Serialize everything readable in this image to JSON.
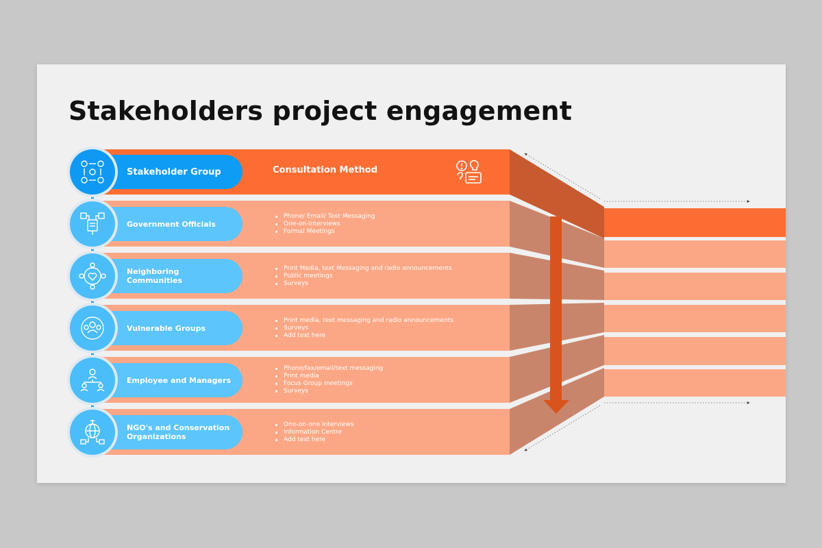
{
  "title": "Stakeholders project engagement",
  "header": {
    "group_label": "Stakeholder Group",
    "method_label": "Consultation Method",
    "group_icon": "stakeholder-network-icon",
    "method_icon": "consultation-chat-icon"
  },
  "rows": [
    {
      "group": "Government Officials",
      "icon": "documents-hierarchy-icon",
      "methods": [
        "Phone/ Email/ Text Messaging",
        "One-on-Interviews",
        "Formal Meetings"
      ]
    },
    {
      "group": "Neighboring\nCommunities",
      "icon": "community-heart-icon",
      "methods": [
        "Print Media, text Messaging and radio announcements",
        "Public meetings",
        "Surveys"
      ]
    },
    {
      "group": "Vulnerable Groups",
      "icon": "people-circle-icon",
      "methods": [
        "Print media, text messaging and radio announcements",
        "Surveys",
        "Add text here"
      ]
    },
    {
      "group": "Employee and Managers",
      "icon": "team-hierarchy-icon",
      "methods": [
        "Phone/fax/email/text messaging",
        "Print media",
        "Focus Group meetings",
        "Surveys"
      ]
    },
    {
      "group": "NGO's and Conservation\nOrganizations",
      "icon": "globe-network-icon",
      "methods": [
        "One-on-one Interviews",
        "Information Centre",
        "Add text here"
      ]
    }
  ],
  "colors": {
    "slide_background": "#f0f0f0",
    "header_orange": "#fc6d33",
    "row_salmon": "#fba785",
    "side_dark": "#c85a30",
    "side_brown": "#c9856b",
    "down_arrow": "#d9541c",
    "circle_blue": "#0f99f2",
    "row_circle_blue": "#4bbdf8",
    "header_pill_blue": "#0e9cf4",
    "row_pill_blue": "#5cc5fb"
  }
}
